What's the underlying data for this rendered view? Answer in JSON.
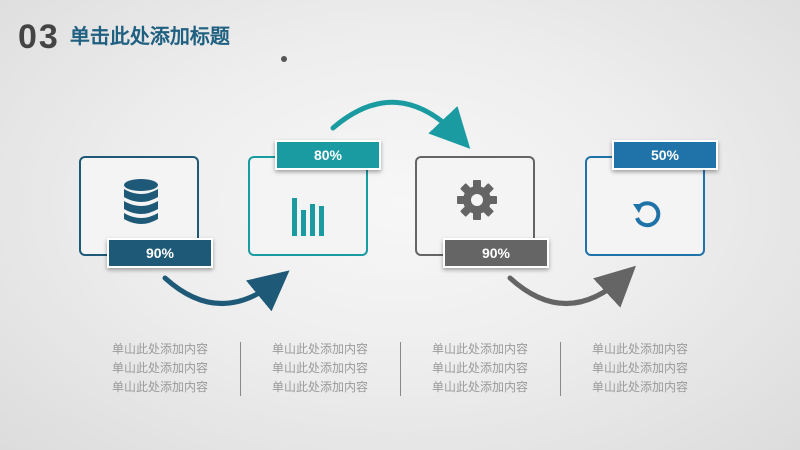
{
  "header": {
    "number": "03",
    "title": "单击此处添加标题"
  },
  "colors": {
    "navy": "#1e5a78",
    "teal": "#1a9ba1",
    "gray": "#656565",
    "blue": "#1f73a8"
  },
  "steps": [
    {
      "icon": "database-icon",
      "percent": "90%"
    },
    {
      "icon": "bar-chart-icon",
      "percent": "80%"
    },
    {
      "icon": "gear-icon",
      "percent": "90%"
    },
    {
      "icon": "refresh-icon",
      "percent": "50%"
    }
  ],
  "columns": [
    {
      "lines": [
        "单山此处添加内容",
        "单山此处添加内容",
        "单山此处添加内容"
      ]
    },
    {
      "lines": [
        "单山此处添加内容",
        "单山此处添加内容",
        "单山此处添加内容"
      ]
    },
    {
      "lines": [
        "单山此处添加内容",
        "单山此处添加内容",
        "单山此处添加内容"
      ]
    },
    {
      "lines": [
        "单山此处添加内容",
        "单山此处添加内容",
        "单山此处添加内容"
      ]
    }
  ]
}
